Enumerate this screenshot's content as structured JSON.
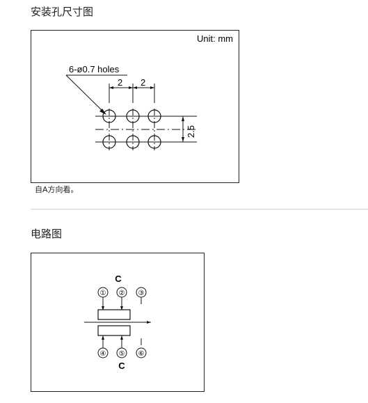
{
  "mounting": {
    "title": "安装孔尺寸图",
    "unit_label": "Unit: mm",
    "holes_label": "6-ø0.7 holes",
    "pitch_left": "2",
    "pitch_right": "2",
    "row_spacing": "2.5",
    "view_note": "自A方向看。"
  },
  "circuit": {
    "title": "电路图",
    "top_common": "C",
    "bottom_common": "C",
    "pins_top": [
      "①",
      "②",
      "③"
    ],
    "pins_bottom": [
      "④",
      "⑤",
      "⑥"
    ]
  }
}
